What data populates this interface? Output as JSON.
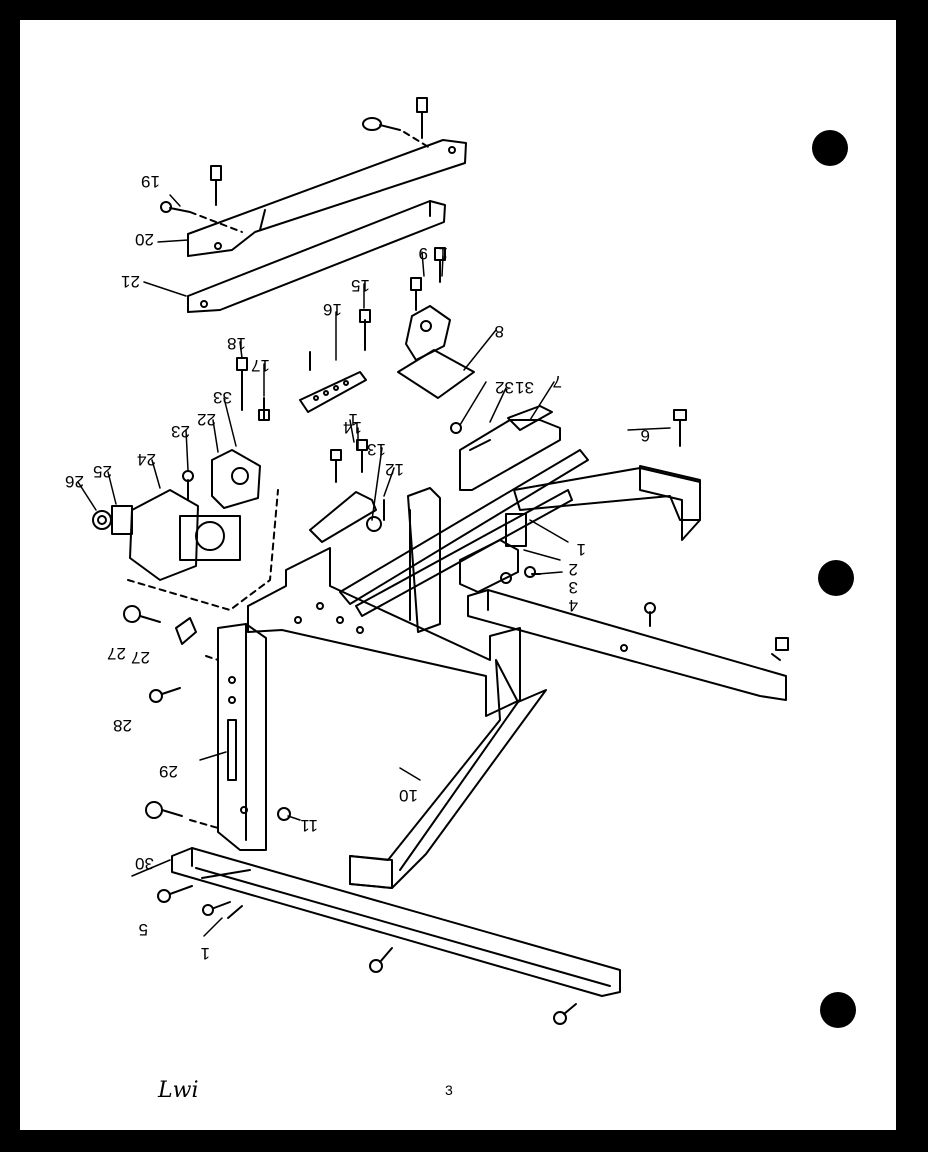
{
  "page": {
    "number": "3",
    "handwritten_mark": "Lwi",
    "ink_color": "#000000",
    "paper_color": "#ffffff"
  },
  "parts": [
    {
      "id": "p1a",
      "number": "1"
    },
    {
      "id": "p1b",
      "number": "1"
    },
    {
      "id": "p1c",
      "number": "1"
    },
    {
      "id": "p1d",
      "number": "1"
    },
    {
      "id": "p2",
      "number": "2"
    },
    {
      "id": "p3",
      "number": "3"
    },
    {
      "id": "p4",
      "number": "4"
    },
    {
      "id": "p5",
      "number": "5"
    },
    {
      "id": "p6",
      "number": "6"
    },
    {
      "id": "p7",
      "number": "7"
    },
    {
      "id": "p8",
      "number": "8"
    },
    {
      "id": "p9",
      "number": "9"
    },
    {
      "id": "p10",
      "number": "10"
    },
    {
      "id": "p11",
      "number": "11"
    },
    {
      "id": "p12",
      "number": "12"
    },
    {
      "id": "p13",
      "number": "13"
    },
    {
      "id": "p14",
      "number": "14"
    },
    {
      "id": "p15",
      "number": "15"
    },
    {
      "id": "p16",
      "number": "16"
    },
    {
      "id": "p17",
      "number": "17"
    },
    {
      "id": "p18",
      "number": "18"
    },
    {
      "id": "p19",
      "number": "19"
    },
    {
      "id": "p20",
      "number": "20"
    },
    {
      "id": "p21",
      "number": "21"
    },
    {
      "id": "p22",
      "number": "22"
    },
    {
      "id": "p23",
      "number": "23"
    },
    {
      "id": "p24",
      "number": "24"
    },
    {
      "id": "p25",
      "number": "25"
    },
    {
      "id": "p26",
      "number": "26"
    },
    {
      "id": "p27a",
      "number": "27"
    },
    {
      "id": "p27b",
      "number": "27"
    },
    {
      "id": "p28",
      "number": "28"
    },
    {
      "id": "p29",
      "number": "29"
    },
    {
      "id": "p30",
      "number": "30"
    },
    {
      "id": "p31",
      "number": "31"
    },
    {
      "id": "p32",
      "number": "32"
    },
    {
      "id": "p33",
      "number": "33"
    }
  ]
}
